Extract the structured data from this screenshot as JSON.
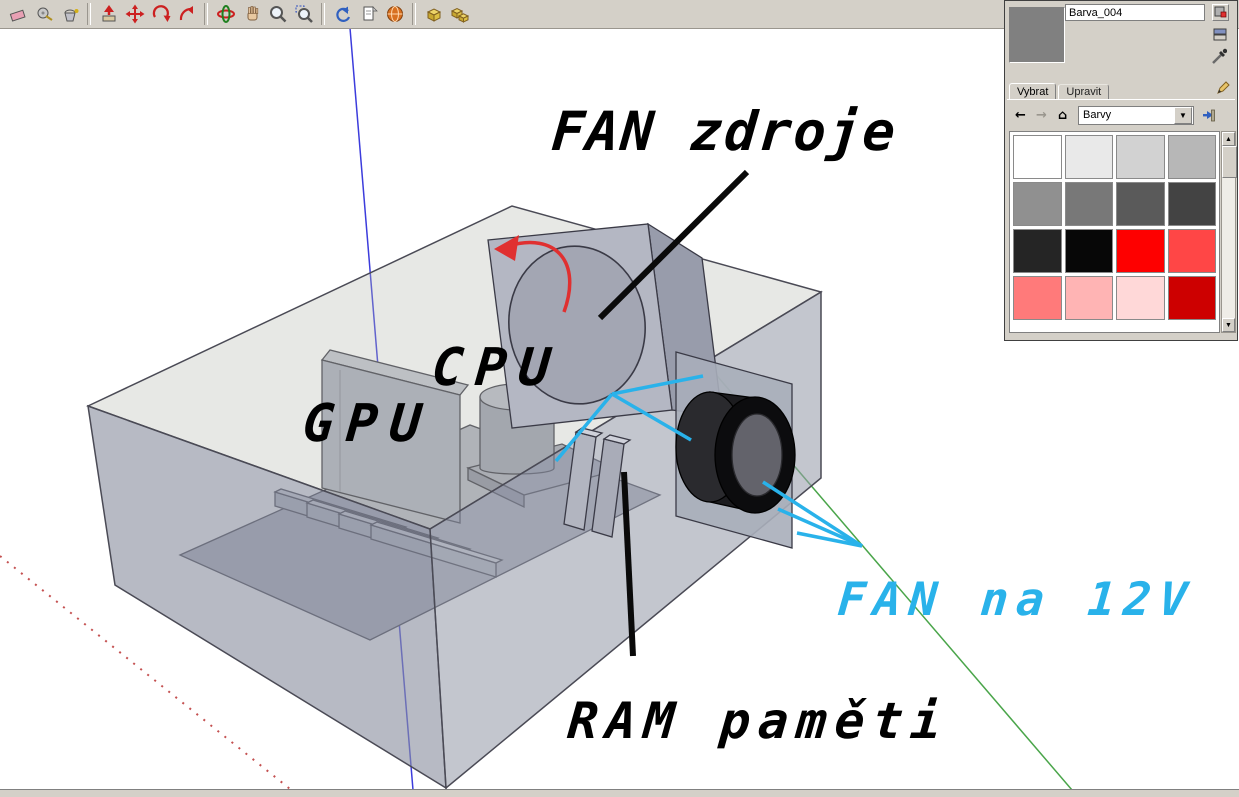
{
  "app": {
    "chrome_color": "#d4d0c8",
    "canvas_color": "#ffffff"
  },
  "toolbar": {
    "tools": [
      "Eraser",
      "Tape Measure",
      "Paint Bucket",
      "Push/Pull",
      "Move",
      "Rotate",
      "Offset",
      "Orbit",
      "Pan",
      "Zoom",
      "Zoom Window",
      "Previous View",
      "Next View",
      "Get Models",
      "Component",
      "Components"
    ]
  },
  "canvas": {
    "labels": {
      "fan_zdroje": "FAN zdroje",
      "cpu": "CPU",
      "gpu": "GPU",
      "fan_12v": "FAN na 12V",
      "ram": "RAM paměti"
    },
    "colors": {
      "annotation_black": "#000000",
      "annotation_cyan": "#29b2ea",
      "arrow_red": "#e03030",
      "axis_blue": "#3c3cdc",
      "axis_green": "#4aa54a",
      "axis_red": "#c45050",
      "case_gray": "#9096a4",
      "fan_black": "#0c0c0e"
    },
    "model_parts": [
      "computer-case",
      "psu",
      "psu-fan",
      "cpu",
      "gpu",
      "ram-sticks",
      "expansion-slots",
      "fan-12v",
      "motherboard-tray"
    ]
  },
  "materials_panel": {
    "material_name": "Barva_004",
    "tabs": {
      "select": "Vybrat",
      "edit": "Upravit"
    },
    "collection": "Barvy",
    "icons": [
      "create-material",
      "secondary-pane",
      "sample-paint",
      "edit-pencil",
      "back-arrow",
      "forward-arrow",
      "home",
      "dropdown-arrow",
      "in-model",
      "scroll-up",
      "scroll-down"
    ],
    "swatches": [
      "#ffffff",
      "#e9e9e9",
      "#d2d2d2",
      "#b7b7b7",
      "#909090",
      "#787878",
      "#5a5a5a",
      "#434343",
      "#252525",
      "#070707",
      "#fe0000",
      "#ff4646",
      "#ff7a7a",
      "#ffb4b4",
      "#ffd8d8",
      "#cd0000"
    ]
  }
}
